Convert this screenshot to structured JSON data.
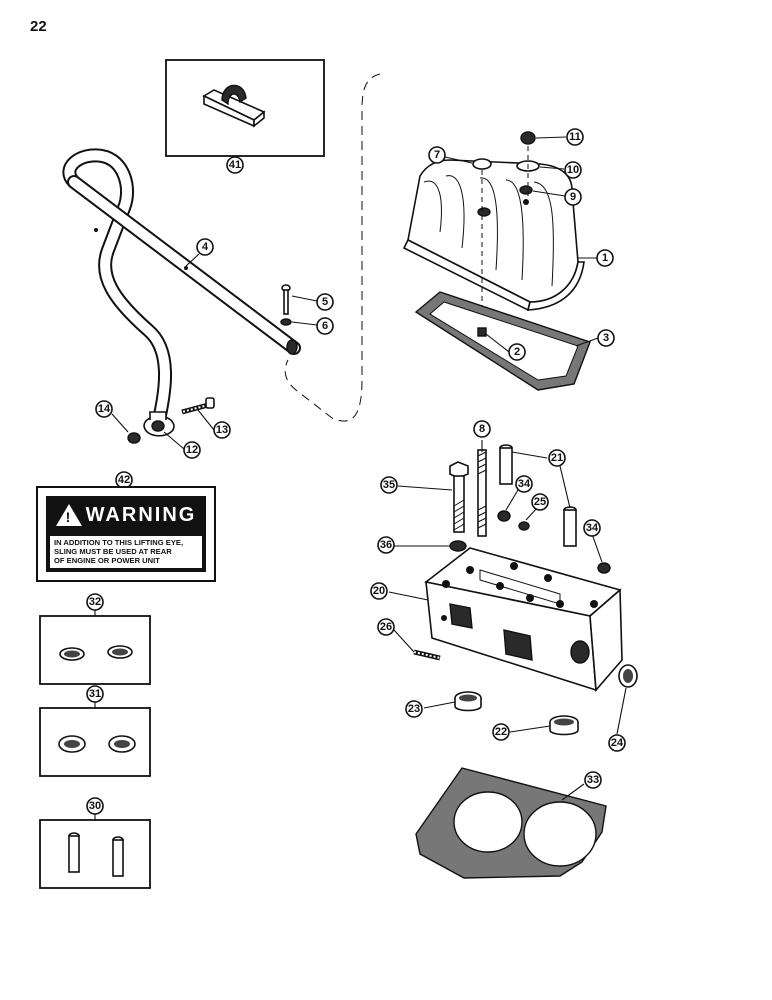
{
  "page": {
    "number": "22"
  },
  "warning_decal": {
    "title": "WARNING",
    "line1": "IN ADDITION TO THIS LIFTING EYE,",
    "line2": "SLING MUST BE USED AT REAR",
    "line3": "OF ENGINE OR POWER UNIT"
  },
  "callouts": {
    "c1": "1",
    "c2": "2",
    "c3": "3",
    "c4": "4",
    "c5": "5",
    "c6": "6",
    "c7": "7",
    "c8": "8",
    "c9": "9",
    "c10": "10",
    "c11": "11",
    "c12": "12",
    "c13": "13",
    "c14": "14",
    "c20": "20",
    "c21": "21",
    "c22": "22",
    "c23": "23",
    "c24": "24",
    "c25": "25",
    "c26": "26",
    "c30": "30",
    "c31": "31",
    "c32": "32",
    "c33": "33",
    "c34a": "34",
    "c34b": "34",
    "c35": "35",
    "c36": "36",
    "c41": "41",
    "c42": "42"
  },
  "icons": [
    "lifting-eye",
    "cover-clip",
    "valve-cover",
    "cover-gasket",
    "cylinder-head",
    "head-gasket",
    "valve-seat-insert",
    "valve-guide",
    "cap-screw",
    "stud",
    "nut",
    "washer",
    "clamp",
    "warning-triangle"
  ]
}
